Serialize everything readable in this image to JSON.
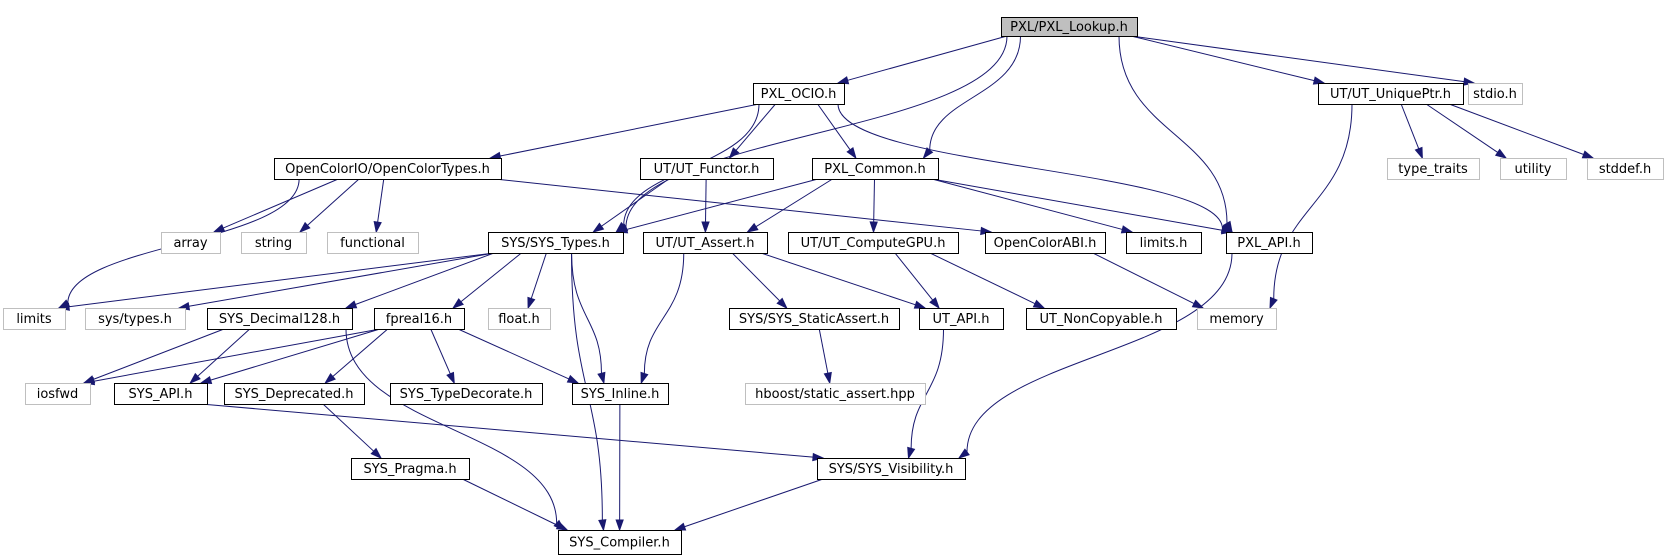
{
  "colors": {
    "edge": "#191970",
    "root_fill": "#bfbfbf",
    "doc_border": "#000000",
    "external_border": "#bfbfbf",
    "external_text": "#7f7f7f"
  },
  "nodes": [
    {
      "id": "root",
      "label": "PXL/PXL_Lookup.h",
      "kind": "root"
    },
    {
      "id": "pxl_ocio",
      "label": "PXL_OCIO.h",
      "kind": "doc"
    },
    {
      "id": "ut_uniqueptr",
      "label": "UT/UT_UniquePtr.h",
      "kind": "doc"
    },
    {
      "id": "stdio",
      "label": "stdio.h",
      "kind": "ext"
    },
    {
      "id": "ocio_types",
      "label": "OpenColorIO/OpenColorTypes.h",
      "kind": "doc"
    },
    {
      "id": "ut_functor",
      "label": "UT/UT_Functor.h",
      "kind": "doc"
    },
    {
      "id": "pxl_common",
      "label": "PXL_Common.h",
      "kind": "doc"
    },
    {
      "id": "type_traits",
      "label": "type_traits",
      "kind": "ext"
    },
    {
      "id": "utility",
      "label": "utility",
      "kind": "ext"
    },
    {
      "id": "stddef",
      "label": "stddef.h",
      "kind": "ext"
    },
    {
      "id": "array",
      "label": "array",
      "kind": "ext"
    },
    {
      "id": "string",
      "label": "string",
      "kind": "ext"
    },
    {
      "id": "functional",
      "label": "functional",
      "kind": "ext"
    },
    {
      "id": "sys_types",
      "label": "SYS/SYS_Types.h",
      "kind": "doc"
    },
    {
      "id": "ut_assert",
      "label": "UT/UT_Assert.h",
      "kind": "doc"
    },
    {
      "id": "ut_computegpu",
      "label": "UT/UT_ComputeGPU.h",
      "kind": "doc"
    },
    {
      "id": "ocio_abi",
      "label": "OpenColorABI.h",
      "kind": "doc"
    },
    {
      "id": "limits_h",
      "label": "limits.h",
      "kind": "doc"
    },
    {
      "id": "pxl_api",
      "label": "PXL_API.h",
      "kind": "doc"
    },
    {
      "id": "limits",
      "label": "limits",
      "kind": "ext"
    },
    {
      "id": "sys_types_h",
      "label": "sys/types.h",
      "kind": "ext"
    },
    {
      "id": "sys_decimal",
      "label": "SYS_Decimal128.h",
      "kind": "doc"
    },
    {
      "id": "fpreal16",
      "label": "fpreal16.h",
      "kind": "doc"
    },
    {
      "id": "float_h",
      "label": "float.h",
      "kind": "ext"
    },
    {
      "id": "sys_staticassert",
      "label": "SYS/SYS_StaticAssert.h",
      "kind": "doc"
    },
    {
      "id": "ut_api",
      "label": "UT_API.h",
      "kind": "doc"
    },
    {
      "id": "ut_noncopyable",
      "label": "UT_NonCopyable.h",
      "kind": "doc"
    },
    {
      "id": "memory",
      "label": "memory",
      "kind": "ext"
    },
    {
      "id": "iosfwd",
      "label": "iosfwd",
      "kind": "ext"
    },
    {
      "id": "sys_api",
      "label": "SYS_API.h",
      "kind": "doc"
    },
    {
      "id": "sys_deprecated",
      "label": "SYS_Deprecated.h",
      "kind": "doc"
    },
    {
      "id": "sys_typedecorate",
      "label": "SYS_TypeDecorate.h",
      "kind": "doc"
    },
    {
      "id": "sys_inline",
      "label": "SYS_Inline.h",
      "kind": "doc"
    },
    {
      "id": "hboost_sa",
      "label": "hboost/static_assert.hpp",
      "kind": "ext"
    },
    {
      "id": "sys_pragma",
      "label": "SYS_Pragma.h",
      "kind": "doc"
    },
    {
      "id": "sys_visibility",
      "label": "SYS/SYS_Visibility.h",
      "kind": "doc"
    },
    {
      "id": "sys_compiler",
      "label": "SYS_Compiler.h",
      "kind": "doc"
    }
  ],
  "edges": [
    [
      "root",
      "pxl_ocio"
    ],
    [
      "root",
      "sys_types"
    ],
    [
      "root",
      "pxl_common"
    ],
    [
      "root",
      "pxl_api"
    ],
    [
      "root",
      "ut_uniqueptr"
    ],
    [
      "root",
      "stdio"
    ],
    [
      "pxl_ocio",
      "ocio_types"
    ],
    [
      "pxl_ocio",
      "sys_types"
    ],
    [
      "pxl_ocio",
      "ut_functor"
    ],
    [
      "pxl_ocio",
      "pxl_common"
    ],
    [
      "pxl_ocio",
      "pxl_api"
    ],
    [
      "ocio_types",
      "array"
    ],
    [
      "ocio_types",
      "string"
    ],
    [
      "ocio_types",
      "functional"
    ],
    [
      "ocio_types",
      "limits"
    ],
    [
      "ocio_types",
      "ocio_abi"
    ],
    [
      "ut_functor",
      "sys_types"
    ],
    [
      "ut_functor",
      "ut_assert"
    ],
    [
      "pxl_common",
      "sys_types"
    ],
    [
      "pxl_common",
      "ut_assert"
    ],
    [
      "pxl_common",
      "ut_computegpu"
    ],
    [
      "pxl_common",
      "limits_h"
    ],
    [
      "pxl_common",
      "pxl_api"
    ],
    [
      "ut_uniqueptr",
      "memory"
    ],
    [
      "ut_uniqueptr",
      "type_traits"
    ],
    [
      "ut_uniqueptr",
      "utility"
    ],
    [
      "ut_uniqueptr",
      "stddef"
    ],
    [
      "sys_types",
      "limits"
    ],
    [
      "sys_types",
      "sys_types_h"
    ],
    [
      "sys_types",
      "sys_decimal"
    ],
    [
      "sys_types",
      "fpreal16"
    ],
    [
      "sys_types",
      "float_h"
    ],
    [
      "sys_types",
      "sys_inline"
    ],
    [
      "sys_types",
      "sys_compiler"
    ],
    [
      "ut_assert",
      "sys_inline"
    ],
    [
      "ut_assert",
      "sys_staticassert"
    ],
    [
      "ut_assert",
      "ut_api"
    ],
    [
      "ut_computegpu",
      "ut_api"
    ],
    [
      "ut_computegpu",
      "ut_noncopyable"
    ],
    [
      "ocio_abi",
      "memory"
    ],
    [
      "pxl_api",
      "sys_visibility"
    ],
    [
      "sys_decimal",
      "iosfwd"
    ],
    [
      "sys_decimal",
      "sys_api"
    ],
    [
      "sys_decimal",
      "sys_compiler"
    ],
    [
      "fpreal16",
      "iosfwd"
    ],
    [
      "fpreal16",
      "sys_api"
    ],
    [
      "fpreal16",
      "sys_deprecated"
    ],
    [
      "fpreal16",
      "sys_typedecorate"
    ],
    [
      "fpreal16",
      "sys_inline"
    ],
    [
      "sys_staticassert",
      "hboost_sa"
    ],
    [
      "ut_api",
      "sys_visibility"
    ],
    [
      "sys_api",
      "sys_visibility"
    ],
    [
      "sys_deprecated",
      "sys_pragma"
    ],
    [
      "sys_inline",
      "sys_compiler"
    ],
    [
      "sys_pragma",
      "sys_compiler"
    ],
    [
      "sys_visibility",
      "sys_compiler"
    ]
  ]
}
